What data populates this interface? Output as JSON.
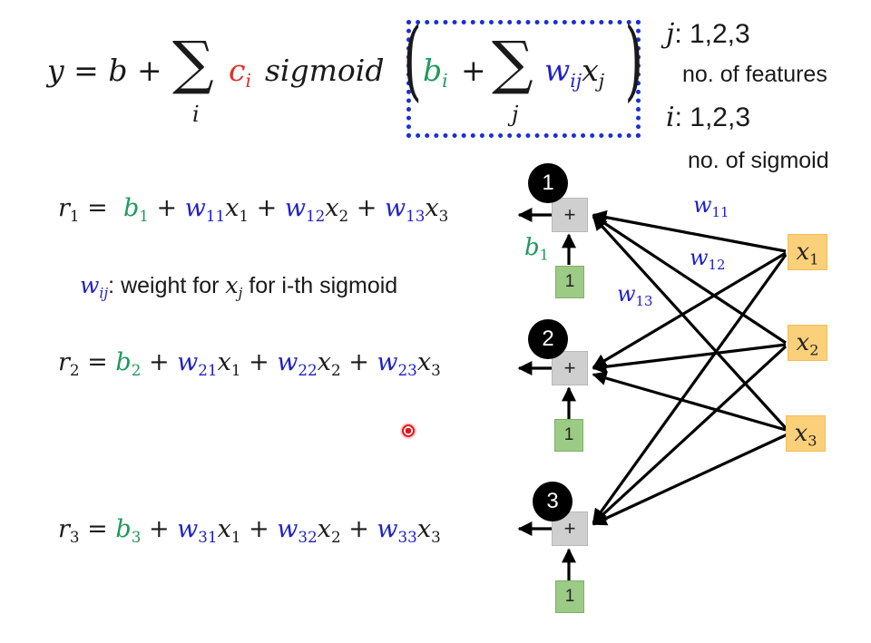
{
  "top_formula": {
    "lhs": "y",
    "eq": "=",
    "b": "b",
    "plus": "+",
    "sum_symbol": "∑",
    "sum_index_outer": "i",
    "c_base": "c",
    "c_sub": "i",
    "func": "sigmoid",
    "inner": {
      "b_base": "b",
      "b_sub": "i",
      "plus": "+",
      "sum_index_inner": "j",
      "w_base": "w",
      "w_sub": "ij",
      "x_base": "x",
      "x_sub": "j"
    }
  },
  "index_notes": {
    "j_label": "j",
    "j_range": ": 1,2,3",
    "j_desc": "no. of features",
    "i_label": "i",
    "i_range": ": 1,2,3",
    "i_desc": "no. of sigmoid"
  },
  "equations": [
    {
      "r": "r",
      "r_sub": "1",
      "eq": "=",
      "b": "b",
      "b_sub": "1",
      "terms": [
        {
          "w_sub": "11",
          "x_sub": "1"
        },
        {
          "w_sub": "12",
          "x_sub": "2"
        },
        {
          "w_sub": "13",
          "x_sub": "3"
        }
      ]
    },
    {
      "r": "r",
      "r_sub": "2",
      "eq": "=",
      "b": "b",
      "b_sub": "2",
      "terms": [
        {
          "w_sub": "21",
          "x_sub": "1"
        },
        {
          "w_sub": "22",
          "x_sub": "2"
        },
        {
          "w_sub": "23",
          "x_sub": "3"
        }
      ]
    },
    {
      "r": "r",
      "r_sub": "3",
      "eq": "=",
      "b": "b",
      "b_sub": "3",
      "terms": [
        {
          "w_sub": "31",
          "x_sub": "1"
        },
        {
          "w_sub": "32",
          "x_sub": "2"
        },
        {
          "w_sub": "33",
          "x_sub": "3"
        }
      ]
    }
  ],
  "term_symbols": {
    "w": "w",
    "x": "x",
    "plus": "+"
  },
  "weight_note": {
    "w_base": "w",
    "w_sub": "ij",
    "text_before": ": weight for ",
    "x_base": "x",
    "x_sub": "j",
    "text_after": " for i-th sigmoid"
  },
  "diagram": {
    "sum_nodes": [
      {
        "badge": "1",
        "symbol": "+"
      },
      {
        "badge": "2",
        "symbol": "+"
      },
      {
        "badge": "3",
        "symbol": "+"
      }
    ],
    "bias_inputs": [
      "1",
      "1",
      "1"
    ],
    "bias_label": {
      "base": "b",
      "sub": "1"
    },
    "inputs": [
      {
        "base": "x",
        "sub": "1"
      },
      {
        "base": "x",
        "sub": "2"
      },
      {
        "base": "x",
        "sub": "3"
      }
    ],
    "weight_labels": [
      {
        "base": "w",
        "sub": "11"
      },
      {
        "base": "w",
        "sub": "12"
      },
      {
        "base": "w",
        "sub": "13"
      }
    ]
  },
  "colors": {
    "bias_green": "#1e9a5a",
    "weight_blue": "#1f1fcc",
    "c_red": "#e0302a",
    "highlight_box_blue": "#1a2fd8",
    "sum_node_gray": "#cfcfcf",
    "bias_box_green": "#9bcb85",
    "input_box_orange": "#fbd07a"
  }
}
